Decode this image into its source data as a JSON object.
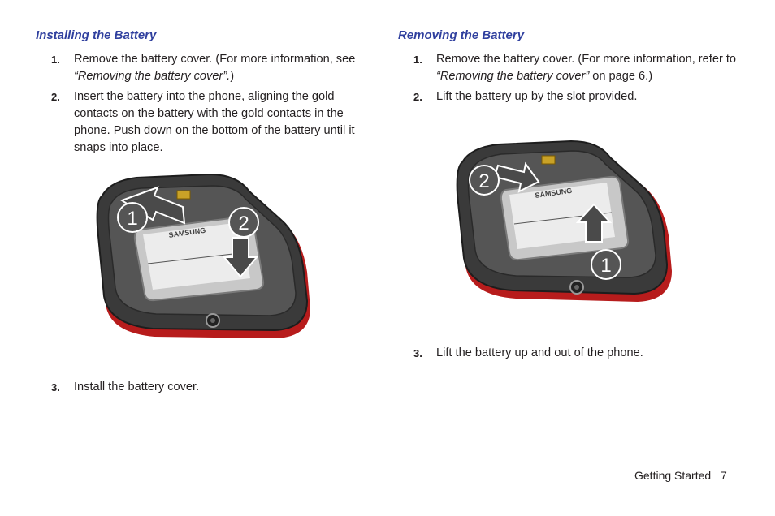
{
  "left": {
    "heading": "Installing the Battery",
    "steps": [
      {
        "num": "1.",
        "text": "Remove the battery cover. (For more information, see",
        "italic": "“Removing the battery cover”.",
        "after": ")"
      },
      {
        "num": "2.",
        "text": "Insert the battery into the phone, aligning the gold contacts on the battery with the gold contacts in the phone. Push down on the bottom of the battery until it snaps into place."
      },
      {
        "num": "3.",
        "text": "Install the battery cover."
      }
    ],
    "figure": {
      "badge1": "1",
      "badge2": "2",
      "brand": "SAMSUNG"
    }
  },
  "right": {
    "heading": "Removing the Battery",
    "steps": [
      {
        "num": "1.",
        "text": "Remove the battery cover. (For more information, refer to",
        "italic": "“Removing the battery cover”",
        "after": " on page 6.)"
      },
      {
        "num": "2.",
        "text": "Lift the battery up by the slot provided."
      },
      {
        "num": "3.",
        "text": "Lift the battery up and out of the phone."
      }
    ],
    "figure": {
      "badge1": "1",
      "badge2": "2",
      "brand": "SAMSUNG"
    }
  },
  "footer": {
    "section": "Getting Started",
    "page": "7"
  }
}
